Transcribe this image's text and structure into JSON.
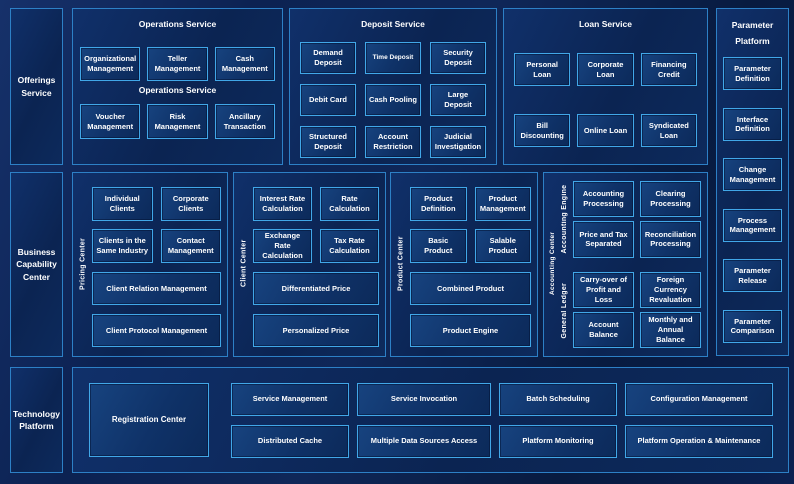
{
  "palette": {
    "page_bg": "#0b2050",
    "section_border": "#2d80c6",
    "section_bg": "#0b2452",
    "box_border": "#41a7e8",
    "box_bg": "#0f3268",
    "text": "#ffffff"
  },
  "row_labels": {
    "offerings": "Offerings Service",
    "business": "Business Capability Center",
    "technology": "Technology Platform"
  },
  "top": {
    "operations": {
      "title": "Operations Service",
      "subtitle": "Operations Service",
      "row1": [
        "Organizational Management",
        "Teller Management",
        "Cash Management"
      ],
      "row2": [
        "Voucher Management",
        "Risk Management",
        "Ancillary Transaction"
      ]
    },
    "deposit": {
      "title": "Deposit Service",
      "items": [
        "Demand Deposit",
        "Time Deposit",
        "Security Deposit",
        "Debit Card",
        "Cash Pooling",
        "Large Deposit",
        "Structured Deposit",
        "Account Restriction",
        "Judicial Investigation"
      ]
    },
    "loan": {
      "title": "Loan Service",
      "row1": [
        "Personal Loan",
        "Corporate Loan",
        "Financing Credit"
      ],
      "row2": [
        "Bill Discounting",
        "Online Loan",
        "Syndicated Loan"
      ]
    }
  },
  "parameter_platform": {
    "title": "Parameter Platform",
    "items": [
      "Parameter Definition",
      "Interface Definition",
      "Change Management",
      "Process Management",
      "Parameter Release",
      "Parameter Comparison"
    ]
  },
  "middle": {
    "pricing_center": {
      "label": "Pricing Center",
      "grid": [
        "Individual Clients",
        "Corporate Clients",
        "Clients in the Same Industry",
        "Contact Management"
      ],
      "wide": [
        "Client Relation Management",
        "Client Protocol Management"
      ]
    },
    "client_center": {
      "label": "Client Center",
      "grid": [
        "Interest Rate Calculation",
        "Rate Calculation",
        "Exchange Rate Calculation",
        "Tax Rate Calculation"
      ],
      "wide": [
        "Differentiated Price",
        "Personalized Price"
      ]
    },
    "product_center": {
      "label": "Product Center",
      "grid": [
        "Product Definition",
        "Product Management",
        "Basic Product",
        "Salable Product"
      ],
      "wide": [
        "Combined Product",
        "Product Engine"
      ]
    },
    "accounting_center": {
      "label": "Accounting Center",
      "engine": {
        "label": "Accounting Engine",
        "items": [
          "Accounting Processing",
          "Clearing Processing",
          "Price and Tax Separated",
          "Reconciliation Processing"
        ]
      },
      "ledger": {
        "label": "General Ledger",
        "items": [
          "Carry-over of Profit and Loss",
          "Foreign Currency Revaluation",
          "Account Balance",
          "Monthly and Annual Balance"
        ]
      }
    }
  },
  "bottom": {
    "registration": "Registration Center",
    "row1": [
      "Service Management",
      "Service Invocation",
      "Batch Scheduling",
      "Configuration Management"
    ],
    "row2": [
      "Distributed Cache",
      "Multiple Data Sources Access",
      "Platform Monitoring",
      "Platform Operation & Maintenance"
    ]
  }
}
